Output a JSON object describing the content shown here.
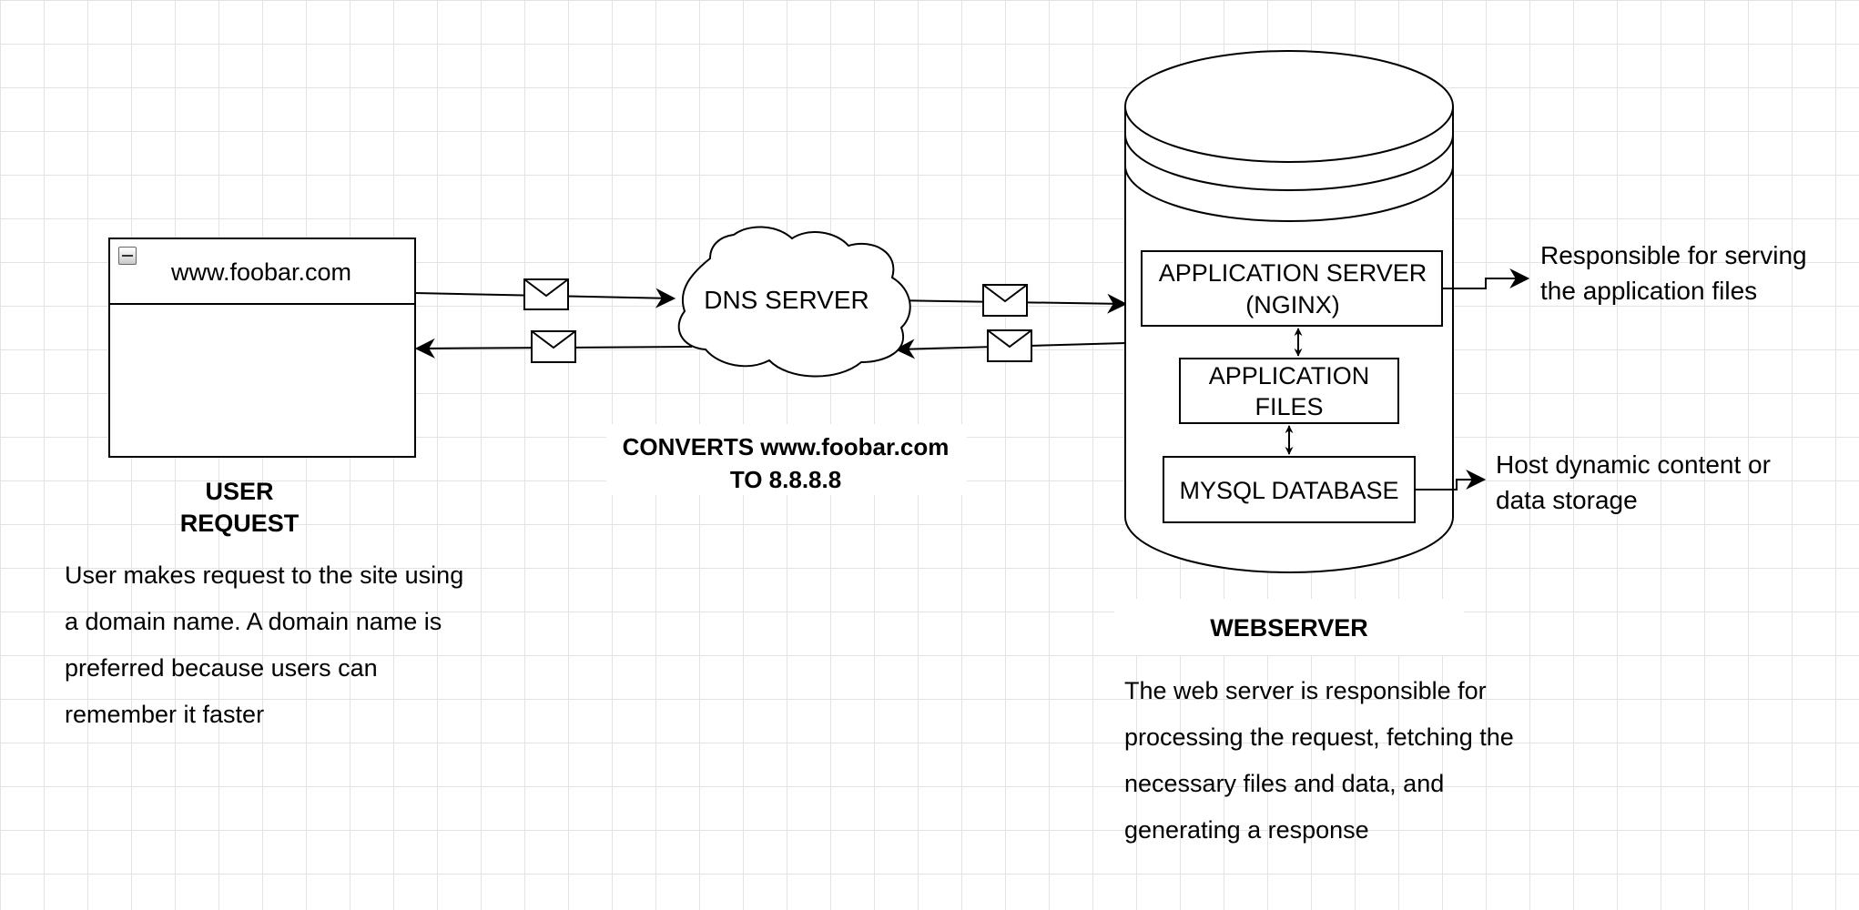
{
  "user_request": {
    "box_title": "www.foobar.com",
    "heading_line1": "USER",
    "heading_line2": "REQUEST",
    "description": "User makes request to the site using a domain name. A domain name is preferred because users can remember it faster"
  },
  "dns_server": {
    "label": "DNS SERVER",
    "caption_line1": "CONVERTS www.foobar.com",
    "caption_line2": "TO 8.8.8.8"
  },
  "webserver": {
    "heading": "WEBSERVER",
    "description": "The web server is responsible for processing the request, fetching the necessary files and data, and generating a response",
    "app_server_line1": "APPLICATION SERVER",
    "app_server_line2": "(NGINX)",
    "app_files_line1": "APPLICATION",
    "app_files_line2": "FILES",
    "mysql": "MYSQL DATABASE"
  },
  "notes": {
    "app_server_note": "Responsible for serving the application files",
    "mysql_note": "Host dynamic content or data storage"
  },
  "icons": [
    "envelope-icon",
    "collapse-icon",
    "arrow-icon"
  ]
}
